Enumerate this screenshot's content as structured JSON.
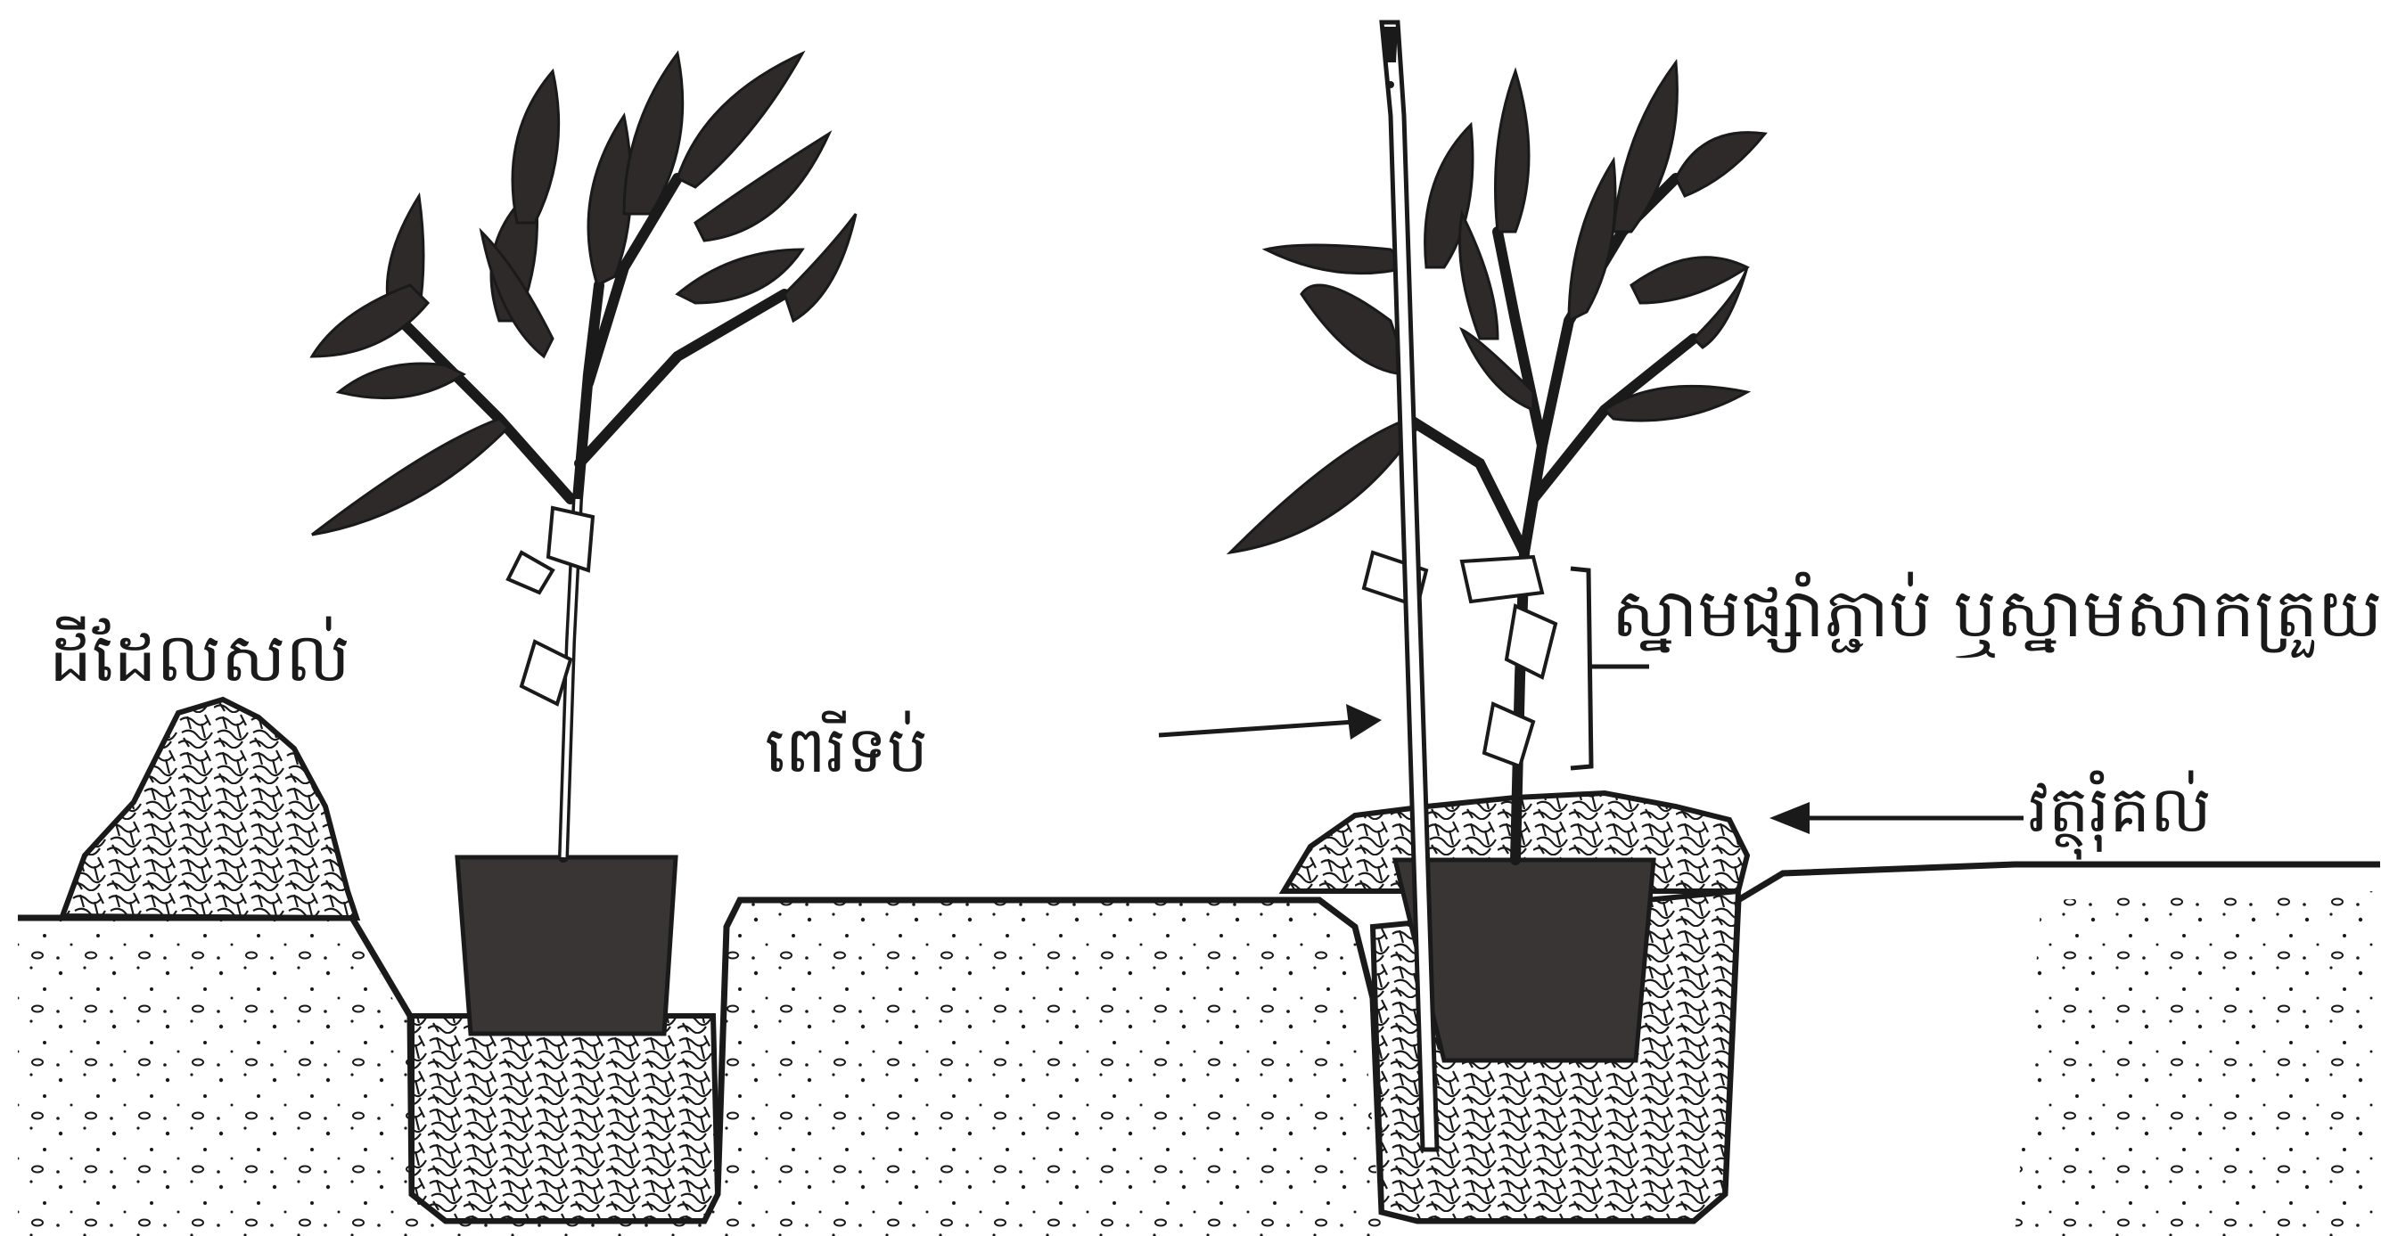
{
  "labels": {
    "soil": "ដីដែលសល់",
    "stake": "ពេរីទប់",
    "tie": "ស្នាមផ្សាំភ្ជាប់ ឬស្នាមសាកត្រួយ",
    "mulch": "វត្ថុរុំគល់"
  },
  "colors": {
    "ink": "#1a1a1a",
    "foliage": "#2e2a2a",
    "pot": "#3a3535",
    "paper": "#ffffff"
  }
}
